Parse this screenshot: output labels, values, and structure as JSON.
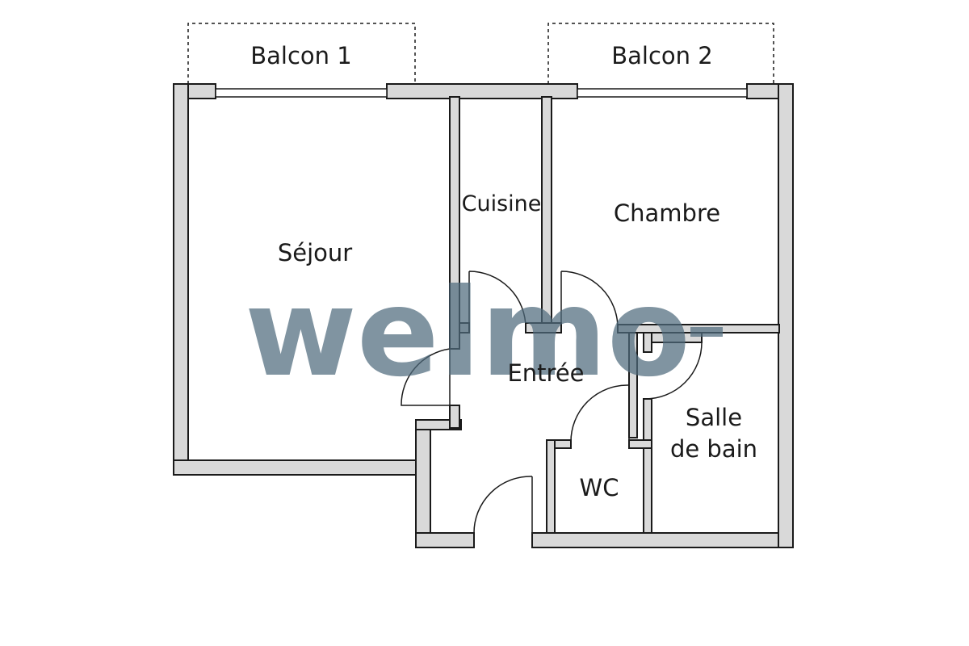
{
  "rooms": {
    "balcon1": "Balcon 1",
    "balcon2": "Balcon 2",
    "sejour": "Séjour",
    "cuisine": "Cuisine",
    "chambre": "Chambre",
    "entree": "Entrée",
    "salle_line1": "Salle",
    "salle_line2": "de bain",
    "wc": "WC"
  },
  "watermark": "welmo",
  "colors": {
    "wall_fill": "#d9d9d9",
    "wall_stroke": "#1a1a1a",
    "watermark": "#4f6b7d"
  }
}
